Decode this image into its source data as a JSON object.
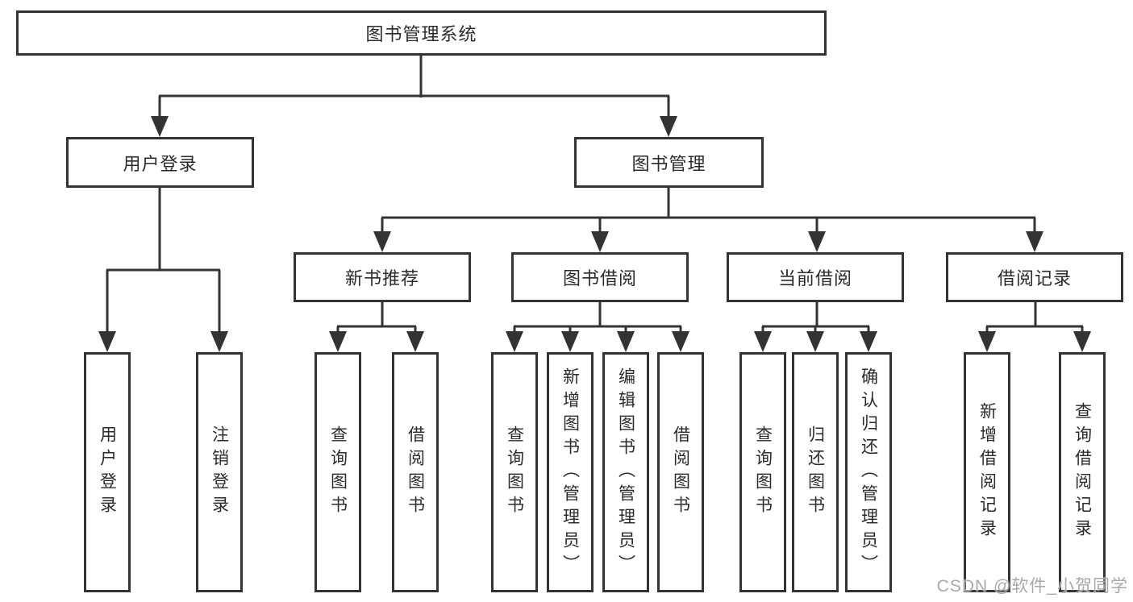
{
  "nodes": {
    "root": "图书管理系统",
    "l2": [
      "用户登录",
      "图书管理"
    ],
    "l3": [
      "新书推荐",
      "图书借阅",
      "当前借阅",
      "借阅记录"
    ],
    "l4": [
      "用户登录",
      "注销登录",
      "查询图书",
      "借阅图书",
      "查询图书",
      "新增图书（管理员）",
      "编辑图书（管理员）",
      "借阅图书",
      "查询图书",
      "归还图书",
      "确认归还（管理员）",
      "新增借阅记录",
      "查询借阅记录"
    ]
  },
  "hierarchy": {
    "图书管理系统": [
      "用户登录",
      "图书管理"
    ],
    "用户登录": [
      "用户登录",
      "注销登录"
    ],
    "图书管理": [
      "新书推荐",
      "图书借阅",
      "当前借阅",
      "借阅记录"
    ],
    "新书推荐": [
      "查询图书",
      "借阅图书"
    ],
    "图书借阅": [
      "查询图书",
      "新增图书（管理员）",
      "编辑图书（管理员）",
      "借阅图书"
    ],
    "当前借阅": [
      "查询图书",
      "归还图书",
      "确认归还（管理员）"
    ],
    "借阅记录": [
      "新增借阅记录",
      "查询借阅记录"
    ]
  },
  "watermark": {
    "text": "CSDN @软件_小贺同学"
  },
  "colors": {
    "stroke": "#333333",
    "node_border": "#333333",
    "node_background": "#ffffff",
    "text": "#2b2b2b",
    "watermark": "#a9a9a9",
    "page_background": "#ffffff"
  }
}
